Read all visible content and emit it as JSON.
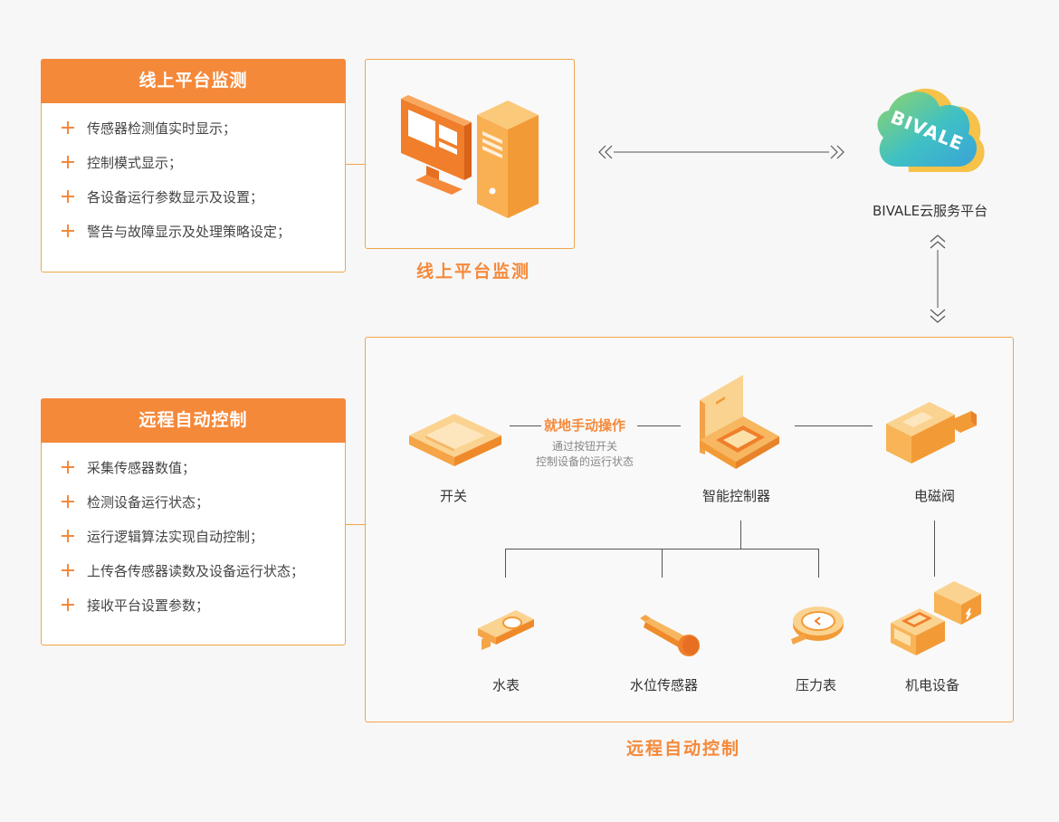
{
  "online": {
    "title": "线上平台监测",
    "items": [
      "传感器检测值实时显示；",
      "控制模式显示；",
      "各设备运行参数显示及设置；",
      "警告与故障显示及处理策略设定；"
    ],
    "caption": "线上平台监测"
  },
  "remote": {
    "title": "远程自动控制",
    "items": [
      "采集传感器数值；",
      "检测设备运行状态；",
      "运行逻辑算法实现自动控制；",
      "上传各传感器读数及设备运行状态；",
      "接收平台设置参数；"
    ],
    "caption": "远程自动控制"
  },
  "cloud": {
    "logo_text": "BIVALE",
    "label": "BIVALE云服务平台"
  },
  "devices": {
    "switch": "开关",
    "controller": "智能控制器",
    "valve": "电磁阀",
    "water_meter": "水表",
    "level_sensor": "水位传感器",
    "pressure_gauge": "压力表",
    "motor_equipment": "机电设备"
  },
  "manual": {
    "title": "就地手动操作",
    "desc_line1": "通过按钮开关",
    "desc_line2": "控制设备的运行状态"
  },
  "colors": {
    "accent": "#f5893a",
    "border": "#f0a54a",
    "background": "#f7f7f7"
  }
}
